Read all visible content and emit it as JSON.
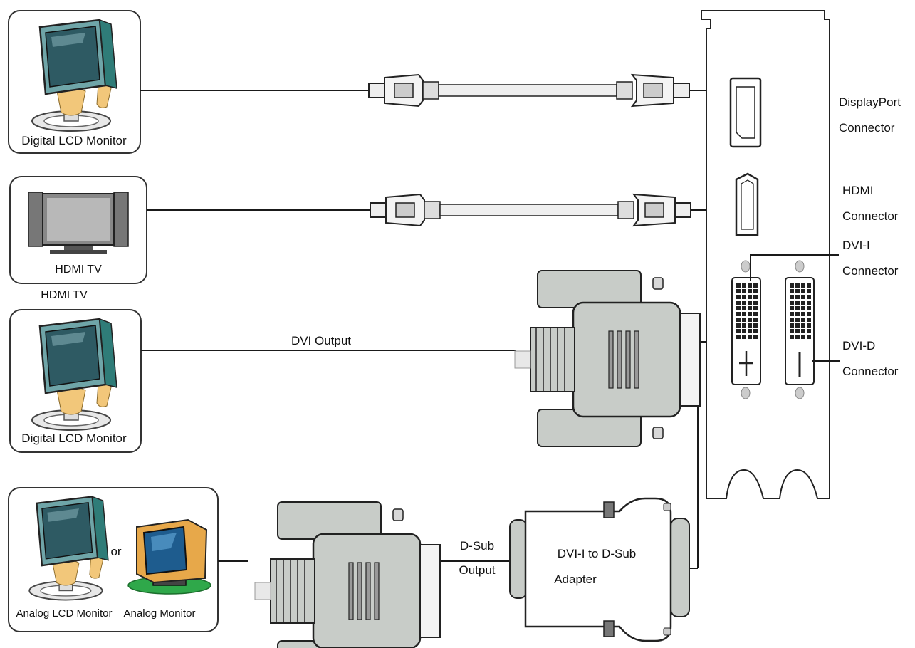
{
  "devices": {
    "monitor_top": {
      "caption": "Digital LCD Monitor"
    },
    "hdmi_tv": {
      "caption": "HDMI TV",
      "below_caption": "HDMI TV"
    },
    "monitor_dvi": {
      "caption": "Digital LCD Monitor"
    },
    "analog_group": {
      "caption_left": "Analog LCD Monitor",
      "or_text": "or",
      "caption_right": "Analog Monitor"
    }
  },
  "cables": {
    "dvi_output": "DVI Output",
    "dsub_output_line1": "D-Sub",
    "dsub_output_line2": "Output"
  },
  "adapter": {
    "line1": "DVI-I to D-Sub",
    "line2": "Adapter"
  },
  "connectors": {
    "displayport": {
      "line1": "DisplayPort",
      "line2": "Connector"
    },
    "hdmi": {
      "line1": "HDMI",
      "line2": "Connector"
    },
    "dvi_i": {
      "line1": "DVI-I",
      "line2": "Connector"
    },
    "dvi_d": {
      "line1": "DVI-D",
      "line2": "Connector"
    }
  },
  "colors": {
    "line": "#1a1a1a",
    "box_stroke": "#333333",
    "connector_fill": "#c8ccc8",
    "monitor_screen": "#2e5a63",
    "monitor_frame": "#6fa5a8",
    "stand": "#f2c77a"
  }
}
